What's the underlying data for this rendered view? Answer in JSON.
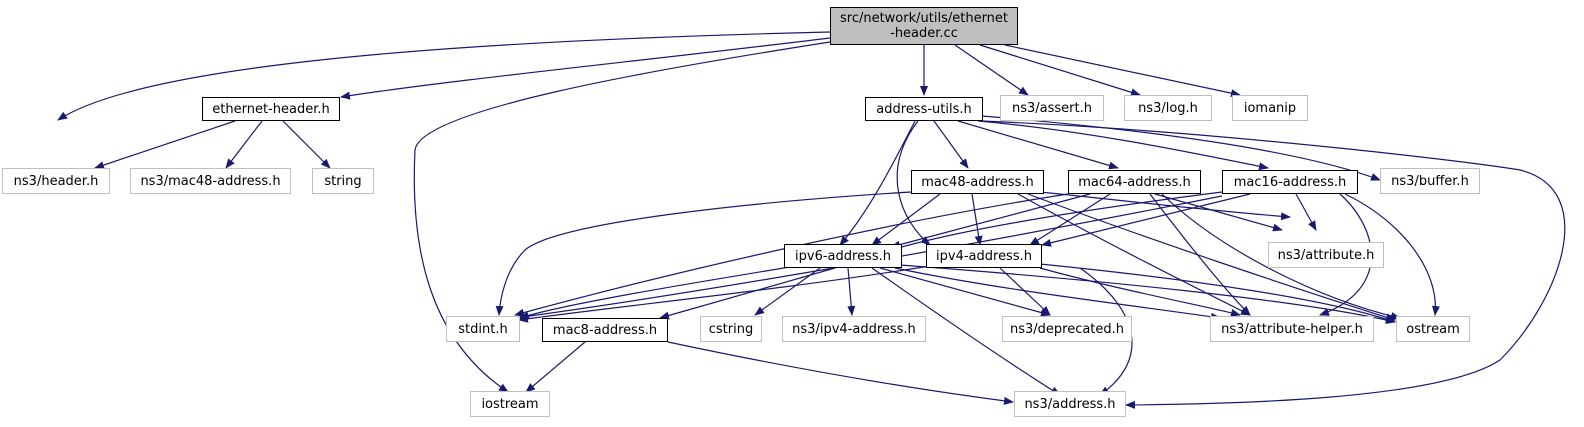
{
  "root": {
    "label": "src/network/utils/ethernet\n-header.cc"
  },
  "nodes": {
    "ethernet_header_h": "ethernet-header.h",
    "address_utils_h": "address-utils.h",
    "ns3_assert_h": "ns3/assert.h",
    "ns3_log_h": "ns3/log.h",
    "iomanip": "iomanip",
    "ns3_header_h": "ns3/header.h",
    "ns3_mac48_address_h": "ns3/mac48-address.h",
    "string": "string",
    "mac48_address_h": "mac48-address.h",
    "mac64_address_h": "mac64-address.h",
    "mac16_address_h": "mac16-address.h",
    "ns3_buffer_h": "ns3/buffer.h",
    "ipv6_address_h": "ipv6-address.h",
    "ipv4_address_h": "ipv4-address.h",
    "ns3_attribute_h": "ns3/attribute.h",
    "stdint_h": "stdint.h",
    "mac8_address_h": "mac8-address.h",
    "cstring": "cstring",
    "ns3_ipv4_address_h": "ns3/ipv4-address.h",
    "ns3_deprecated_h": "ns3/deprecated.h",
    "ns3_attribute_helper_h": "ns3/attribute-helper.h",
    "ostream": "ostream",
    "iostream": "iostream",
    "ns3_address_h": "ns3/address.h"
  },
  "style": {
    "edge_color": "#191970",
    "internal_border": "#000000",
    "external_border": "#bfbfbf",
    "root_fill": "#bfbfbf"
  }
}
